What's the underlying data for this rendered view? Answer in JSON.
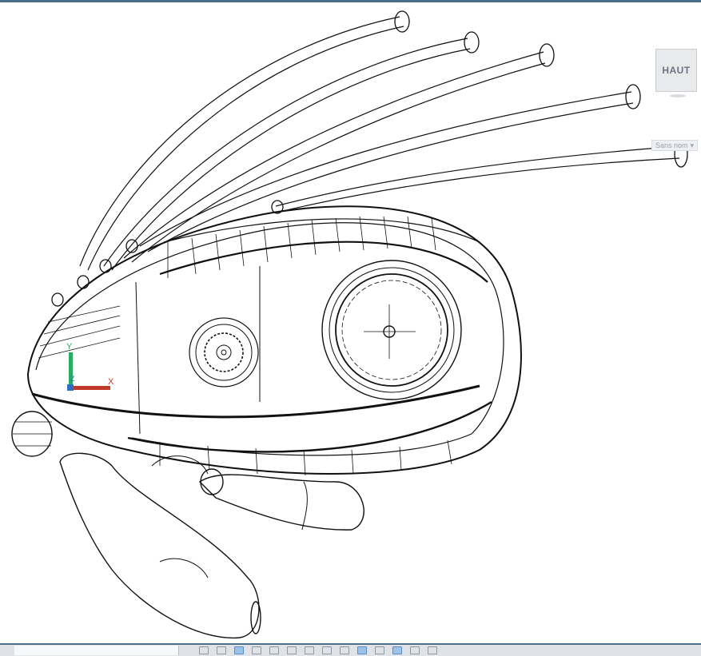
{
  "viewcube": {
    "face_label": "HAUT"
  },
  "wcs_menu": {
    "label": "Sans nom",
    "arrow": "▾"
  },
  "ucs_icon": {
    "x_label": "X",
    "y_label": "Y",
    "z_label": "Z",
    "x_color": "#c0392b",
    "y_color": "#27ae60",
    "z_color": "#2e6fc4"
  },
  "colors": {
    "frame": "#4a6f8a",
    "statusbar": "#dfe3e8",
    "active_toggle": "#9cc3ea"
  },
  "statusbar": {
    "toggles": [
      {
        "name": "grid",
        "on": false
      },
      {
        "name": "snap",
        "on": false
      },
      {
        "name": "ortho",
        "on": true
      },
      {
        "name": "polar",
        "on": false
      },
      {
        "name": "osnap",
        "on": false
      },
      {
        "name": "otrack",
        "on": false
      },
      {
        "name": "lineweight",
        "on": false
      },
      {
        "name": "transparency",
        "on": false
      },
      {
        "name": "selection-cycling",
        "on": false
      },
      {
        "name": "annotation",
        "on": true
      },
      {
        "name": "workspace",
        "on": false
      },
      {
        "name": "isolate",
        "on": true
      },
      {
        "name": "hardware-accel",
        "on": false
      },
      {
        "name": "clean-screen",
        "on": false
      }
    ]
  }
}
